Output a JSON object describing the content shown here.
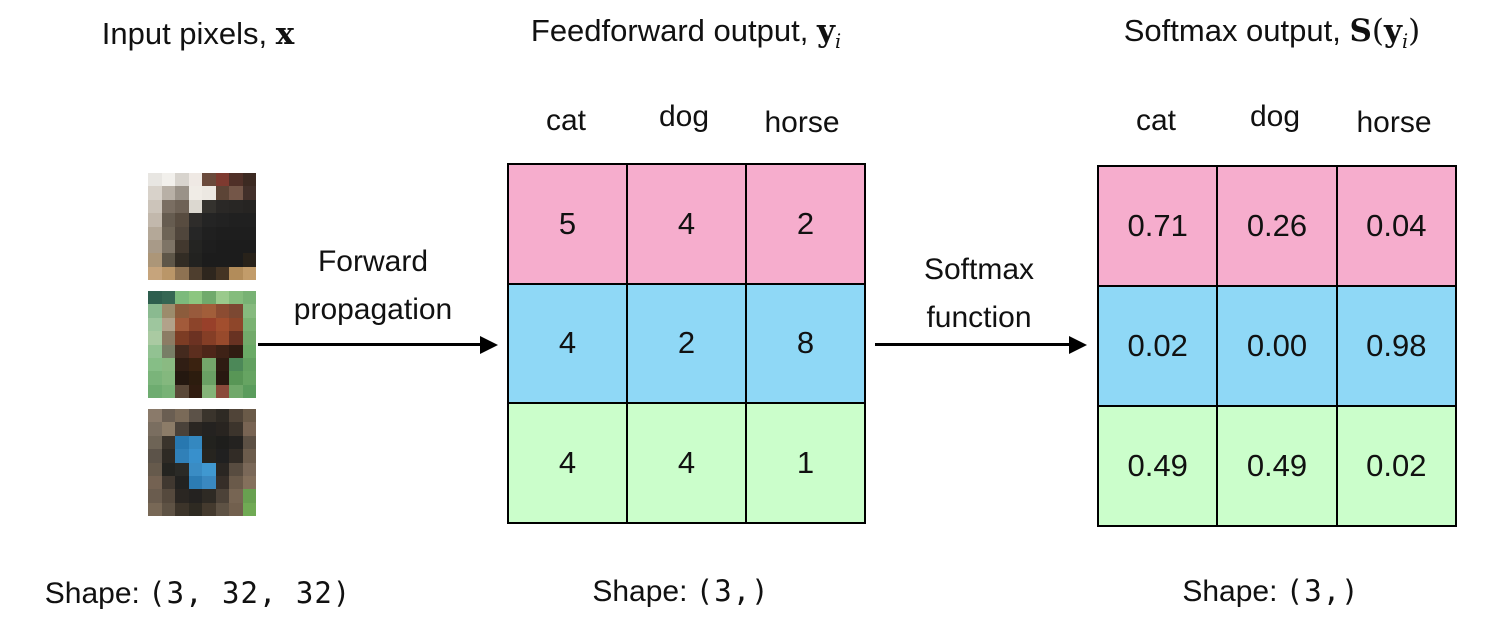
{
  "titles": {
    "input": {
      "text": "Input pixels, ",
      "symbol": "x"
    },
    "feedforward": {
      "text": "Feedforward output, ",
      "symbol": "y",
      "sub": "i"
    },
    "softmax": {
      "text": "Softmax output, ",
      "symbol_s": "S",
      "open": "(",
      "symbol_y": "y",
      "sub": "i",
      "close": ")"
    }
  },
  "row_colors": [
    "#F6ADCD",
    "#8FD8F6",
    "#CBFECB"
  ],
  "feedforward_table": {
    "headers": [
      "cat",
      "dog",
      "horse"
    ],
    "rows": [
      [
        "5",
        "4",
        "2"
      ],
      [
        "4",
        "2",
        "8"
      ],
      [
        "4",
        "4",
        "1"
      ]
    ]
  },
  "softmax_table": {
    "headers": [
      "cat",
      "dog",
      "horse"
    ],
    "rows": [
      [
        "0.71",
        "0.26",
        "0.04"
      ],
      [
        "0.02",
        "0.00",
        "0.98"
      ],
      [
        "0.49",
        "0.49",
        "0.02"
      ]
    ]
  },
  "arrows": {
    "forward": {
      "line1": "Forward",
      "line2": "propagation"
    },
    "softmax": {
      "line1": "Softmax",
      "line2": "function"
    }
  },
  "shapes": {
    "input": {
      "label": "Shape: ",
      "value": "(3, 32, 32)"
    },
    "feedforward": {
      "label": "Shape: ",
      "value": "(3,)"
    },
    "softmax": {
      "label": "Shape: ",
      "value": "(3,)"
    }
  },
  "images": {
    "cat": {
      "alt": "cat-photo",
      "pixels": [
        [
          "#e8e6e2",
          "#f2f0ec",
          "#d8d4ce",
          "#efe9e4",
          "#6a4a3c",
          "#7e3a30",
          "#503028",
          "#3c2a22"
        ],
        [
          "#d8d2ca",
          "#b8b0a6",
          "#9a9288",
          "#f0ece6",
          "#ece8e2",
          "#5c4436",
          "#745648",
          "#42302a"
        ],
        [
          "#ccc4ba",
          "#7a6e62",
          "#6e6256",
          "#dcd8d0",
          "#34322e",
          "#2a2826",
          "#282624",
          "#262422"
        ],
        [
          "#c2b8ac",
          "#665c50",
          "#584c40",
          "#2e2c2a",
          "#242424",
          "#222222",
          "#202020",
          "#202020"
        ],
        [
          "#b4a898",
          "#6e6456",
          "#50463c",
          "#262626",
          "#202020",
          "#1e1e1e",
          "#1e1e1e",
          "#1e1e1e"
        ],
        [
          "#a89a88",
          "#7e7466",
          "#42382e",
          "#242422",
          "#1e1e1e",
          "#1c1c1c",
          "#1c1c1c",
          "#1c1c1c"
        ],
        [
          "#ac9678",
          "#5e5648",
          "#322c24",
          "#222220",
          "#1c1c1c",
          "#1c1c1c",
          "#1c1c1c",
          "#28221a"
        ],
        [
          "#c6a47c",
          "#ba9668",
          "#8e7252",
          "#4e3e2e",
          "#2e261e",
          "#443424",
          "#b28c5a",
          "#c29c6a"
        ]
      ]
    },
    "horse": {
      "alt": "horse-photo",
      "pixels": [
        [
          "#2e5e4e",
          "#356653",
          "#7cba7c",
          "#8cc680",
          "#70aa6c",
          "#9aca8c",
          "#84bc7c",
          "#78b274"
        ],
        [
          "#8aba90",
          "#9c8c6c",
          "#8c5c3c",
          "#985a3c",
          "#a25e3a",
          "#8c4c32",
          "#7c4832",
          "#86ba7e"
        ],
        [
          "#9ec69e",
          "#b2a28a",
          "#a25a3a",
          "#8c442a",
          "#98402a",
          "#a24e2e",
          "#8e462a",
          "#7ab272"
        ],
        [
          "#aacaa2",
          "#8c7c64",
          "#7c3c24",
          "#6c3222",
          "#853e26",
          "#984a2c",
          "#683222",
          "#72aa6a"
        ],
        [
          "#92c292",
          "#787e66",
          "#442a1e",
          "#5c2e1e",
          "#4e2619",
          "#3e2216",
          "#301c12",
          "#6aaa66"
        ],
        [
          "#86be86",
          "#8aba82",
          "#301e14",
          "#3a2210",
          "#74a66a",
          "#2e1c12",
          "#4c8858",
          "#62a060"
        ],
        [
          "#7ab47a",
          "#84b87e",
          "#241810",
          "#2c1c0e",
          "#6aa064",
          "#281810",
          "#589656",
          "#66a462"
        ],
        [
          "#6eac70",
          "#78b276",
          "#5a4838",
          "#301c10",
          "#84b478",
          "#8a4a3a",
          "#70a86a",
          "#5a9c5c"
        ]
      ]
    },
    "dog": {
      "alt": "dog-photo",
      "pixels": [
        [
          "#8a7a6a",
          "#6a5e52",
          "#7a6a58",
          "#5c5248",
          "#3a342c",
          "#2e2a24",
          "#504438",
          "#6a5a48"
        ],
        [
          "#7a6e60",
          "#8c7c68",
          "#4a423a",
          "#2a2622",
          "#242220",
          "#282420",
          "#3c342c",
          "#786453"
        ],
        [
          "#6e6456",
          "#3a342c",
          "#2878b0",
          "#3488c0",
          "#22221e",
          "#1e1e1c",
          "#242220",
          "#5c5044"
        ],
        [
          "#5c5349",
          "#2e2a24",
          "#3080b8",
          "#3890cc",
          "#26241f",
          "#202020",
          "#322c26",
          "#6c5c4c"
        ],
        [
          "#665a4c",
          "#242420",
          "#2a2a26",
          "#3a8cc4",
          "#4098d0",
          "#2a2622",
          "#584c40",
          "#7a6858"
        ],
        [
          "#746252",
          "#403830",
          "#222220",
          "#2c7cb4",
          "#3a88c0",
          "#362e28",
          "#6a5a4a",
          "#84705c"
        ],
        [
          "#6a5c4e",
          "#55493d",
          "#2a2622",
          "#242220",
          "#2e2a24",
          "#4c4238",
          "#776553",
          "#68a050"
        ],
        [
          "#786856",
          "#5e5244",
          "#3c342a",
          "#2e2a22",
          "#443a2e",
          "#5e5244",
          "#72604e",
          "#70aa54"
        ]
      ]
    }
  }
}
